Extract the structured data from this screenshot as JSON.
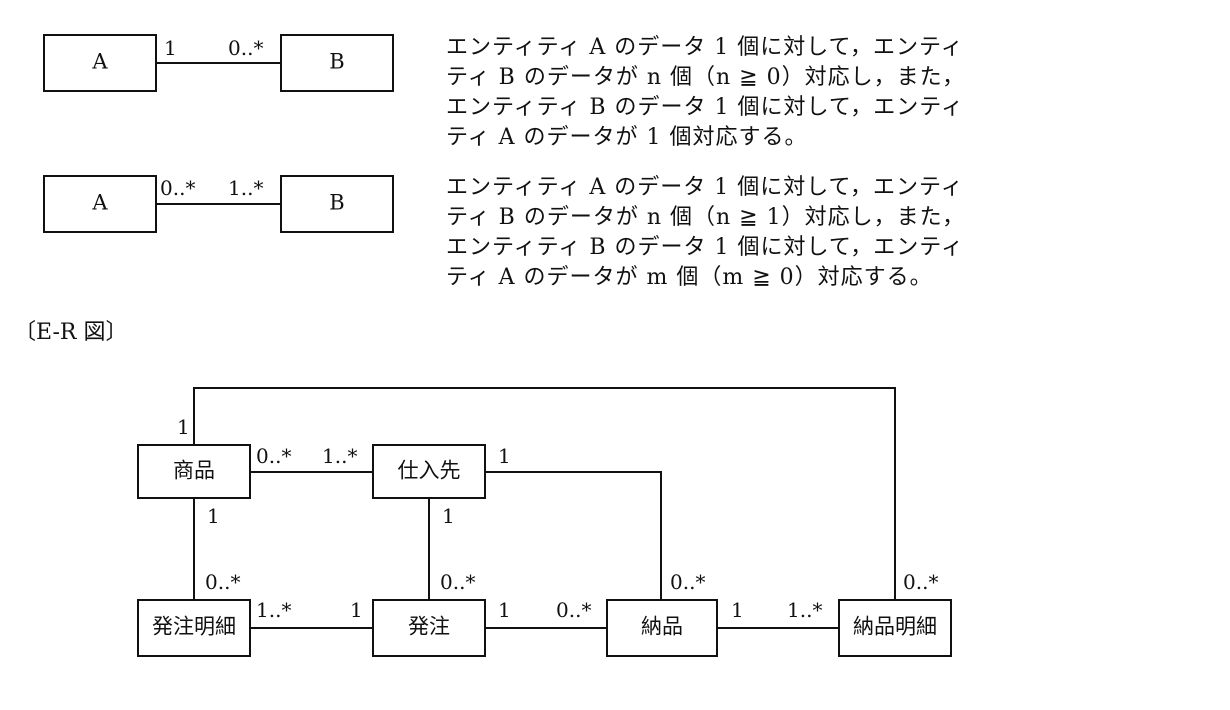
{
  "legend": {
    "examples": [
      {
        "left_entity": "A",
        "right_entity": "B",
        "left_multiplicity": "1",
        "right_multiplicity": "0..*",
        "description_lines": [
          "エンティティ A のデータ 1 個に対して，エンティ",
          "ティ B のデータが n 個（n ≧ 0）対応し，また，",
          "エンティティ B のデータ 1 個に対して，エンティ",
          "ティ A のデータが 1 個対応する。"
        ]
      },
      {
        "left_entity": "A",
        "right_entity": "B",
        "left_multiplicity": "0..*",
        "right_multiplicity": "1..*",
        "description_lines": [
          "エンティティ A のデータ 1 個に対して，エンティ",
          "ティ B のデータが n 個（n ≧ 1）対応し，また，",
          "エンティティ B のデータ 1 個に対して，エンティ",
          "ティ A のデータが m 個（m ≧ 0）対応する。"
        ]
      }
    ]
  },
  "er_diagram": {
    "title": "〔E-R 図〕",
    "entities": {
      "shohin": "商品",
      "shiiresaki": "仕入先",
      "hacchu_meisai": "発注明細",
      "hacchu": "発注",
      "nouhin": "納品",
      "nouhin_meisai": "納品明細"
    },
    "multiplicities": {
      "shohin_top": "1",
      "shohin_to_shiiresaki": "0..*",
      "shiiresaki_from_shohin": "1..*",
      "shiiresaki_right": "1",
      "shohin_bottom": "1",
      "shiiresaki_bottom": "1",
      "hacchu_meisai_top": "0..*",
      "hacchu_top": "0..*",
      "nouhin_top": "0..*",
      "nouhin_meisai_top": "0..*",
      "hacchu_meisai_right": "1..*",
      "hacchu_left": "1",
      "hacchu_right": "1",
      "nouhin_left": "0..*",
      "nouhin_right": "1",
      "nouhin_meisai_left": "1..*"
    }
  }
}
